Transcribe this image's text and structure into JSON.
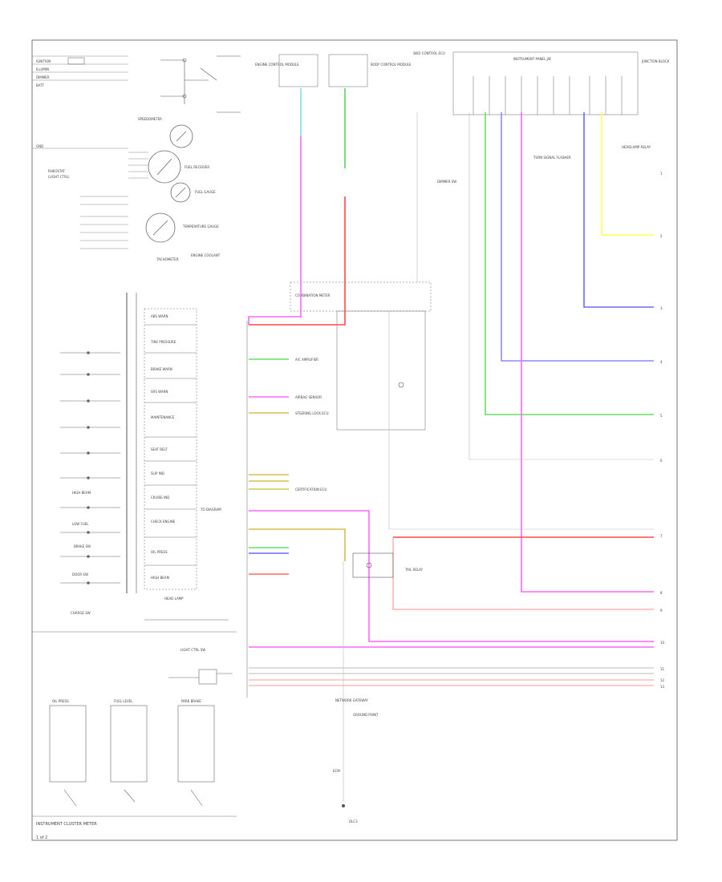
{
  "diagram": {
    "footer_left": "INSTRUMENT CLUSTER METER",
    "footer_tag": "1 of 2",
    "panels": {
      "left_header": [
        "IGNITION",
        "ILLUMIN",
        "DIMMER",
        "BATT",
        "GND"
      ],
      "gauges": [
        "SPEEDOMETER",
        "FUEL RECEIVER",
        "FUEL GAUGE",
        "TEMPERATURE GAUGE",
        "TACHOMETER",
        "ENGINE COOLANT"
      ],
      "warning_lamps": [
        "ABS WARN",
        "TIRE PRESSURE",
        "BRAKE WARN",
        "SRS WARN",
        "MAINTENANCE",
        "SEAT BELT",
        "SLIP IND",
        "CRUISE IND",
        "CHECK ENGINE",
        "OIL PRESS",
        "HIGH BEAM"
      ],
      "left_switches": [
        "HIGH BEAM",
        "LOW FUEL",
        "BRAKE SW",
        "DOOR SW",
        "CHARGE SW"
      ],
      "bottom_switches": [
        "OIL PRESS",
        "FUEL LEVEL",
        "PARK BRAKE"
      ],
      "top_modules": [
        "ENGINE CONTROL MODULE",
        "BODY CONTROL MODULE",
        "SKID CONTROL ECU",
        "JUNCTION BLOCK",
        "INSTRUMENT PANEL J/B"
      ],
      "mid_connectors": [
        "COMBINATION METER",
        "A/C AMPLIFIER",
        "AIRBAG SENSOR",
        "STEERING LOCK ECU",
        "CERTIFICATION ECU"
      ],
      "right_labels": [
        "TURN SIGNAL FLASHER",
        "HEADLAMP RELAY",
        "DIMMER SW",
        "TAIL RELAY"
      ],
      "bottom_center": [
        "NETWORK GATEWAY",
        "GROUND POINT",
        "ECM",
        "DLC3"
      ]
    },
    "right_terminals": [
      "1",
      "2",
      "3",
      "4",
      "5",
      "6",
      "7",
      "8",
      "9",
      "10",
      "11",
      "12",
      "13"
    ]
  }
}
